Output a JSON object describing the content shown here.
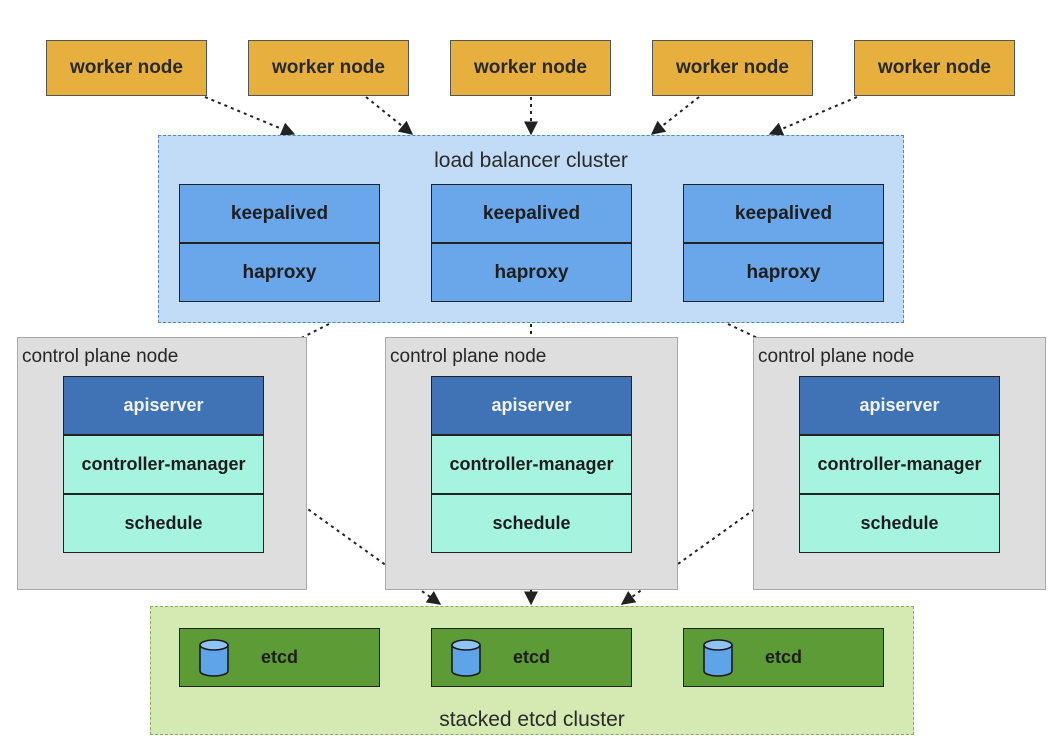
{
  "workers": [
    "worker node",
    "worker node",
    "worker node",
    "worker node",
    "worker node"
  ],
  "load_balancer": {
    "title": "load balancer cluster",
    "groups": [
      {
        "top": "keepalived",
        "bottom": "haproxy"
      },
      {
        "top": "keepalived",
        "bottom": "haproxy"
      },
      {
        "top": "keepalived",
        "bottom": "haproxy"
      }
    ]
  },
  "control_planes": [
    {
      "label": "control plane node",
      "apiserver": "apiserver",
      "controller": "controller-manager",
      "scheduler": "schedule"
    },
    {
      "label": "control plane node",
      "apiserver": "apiserver",
      "controller": "controller-manager",
      "scheduler": "schedule"
    },
    {
      "label": "control plane node",
      "apiserver": "apiserver",
      "controller": "controller-manager",
      "scheduler": "schedule"
    }
  ],
  "etcd_cluster": {
    "title": "stacked etcd cluster",
    "members": [
      "etcd",
      "etcd",
      "etcd"
    ],
    "icon": "database-icon"
  },
  "colors": {
    "worker": "#e7b03e",
    "load_balancer_bg": "#c2dcf7",
    "lb_box": "#6aa6ea",
    "apiserver": "#3f73b5",
    "component": "#a6f3df",
    "control_plane_bg": "#dedede",
    "etcd_bg": "#d4eab2",
    "etcd_box": "#5d9b36"
  }
}
